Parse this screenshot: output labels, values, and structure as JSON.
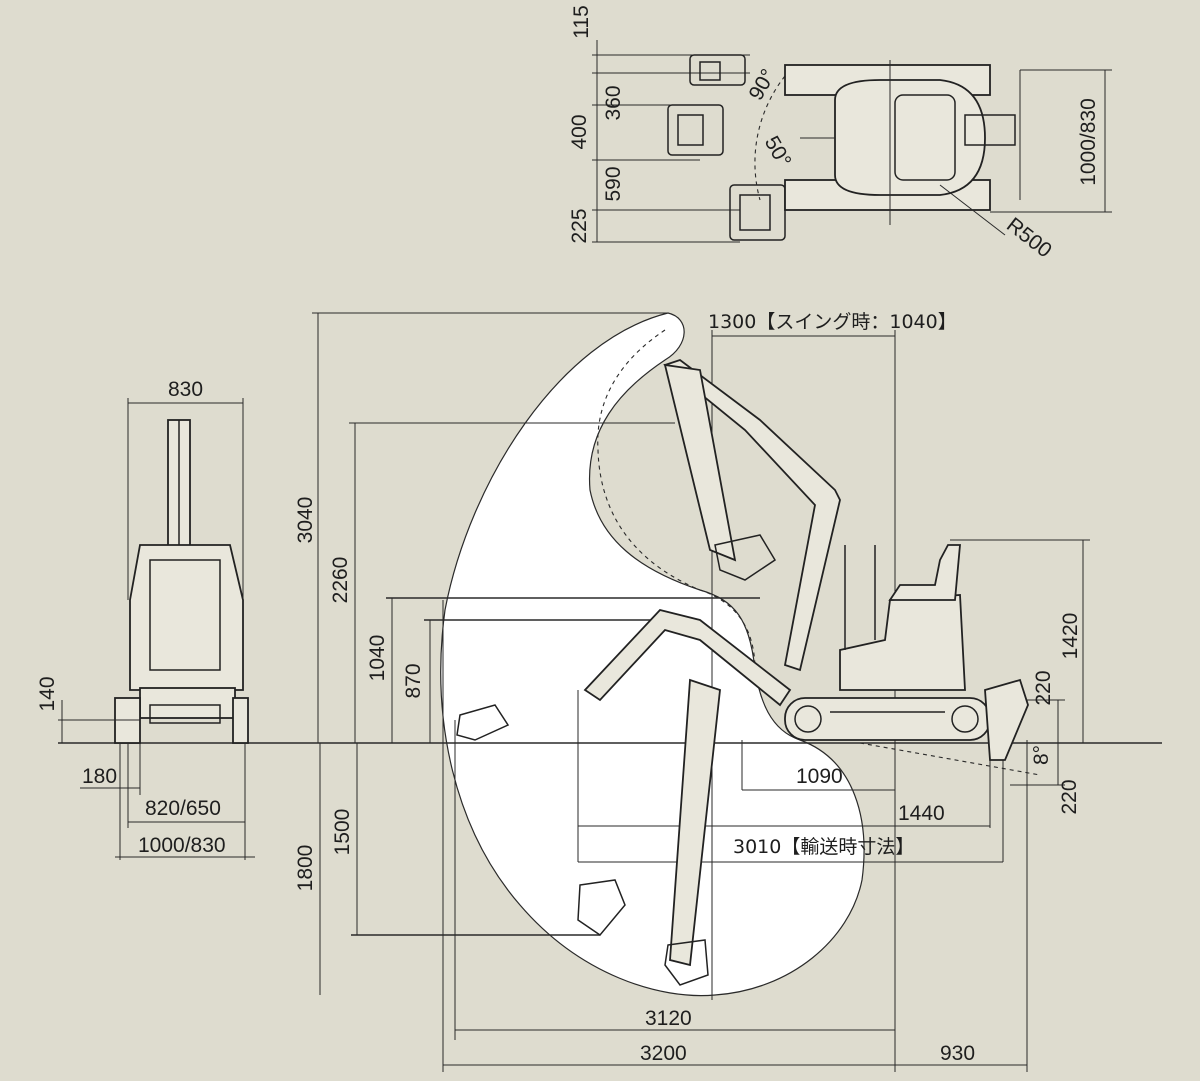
{
  "colors": {
    "background": "#dedccf",
    "envelope": "#ffffff",
    "line": "#2a2a2a"
  },
  "top_view": {
    "dims": {
      "d115": "115",
      "d360": "360",
      "d400": "400",
      "d590": "590",
      "d225": "225",
      "angle90": "90°",
      "angle50": "50°",
      "r500": "R500",
      "width": "1000/830"
    }
  },
  "front_view": {
    "dims": {
      "top_width": "830",
      "d140": "140",
      "d180": "180",
      "track": "820/650",
      "overall": "1000/830"
    }
  },
  "side_view": {
    "dims": {
      "swing_radius": "1300【スイング時：1040】",
      "max_height": "3040",
      "dump_height": "2260",
      "h1040": "1040",
      "h870": "870",
      "h1420": "1420",
      "h220_upper": "220",
      "angle8": "8°",
      "h220_lower": "220",
      "depth1800": "1800",
      "depth1500": "1500",
      "d1090": "1090",
      "d1440": "1440",
      "transport": "3010【輸送時寸法】",
      "reach3120": "3120",
      "reach3200": "3200",
      "d930": "930"
    }
  }
}
